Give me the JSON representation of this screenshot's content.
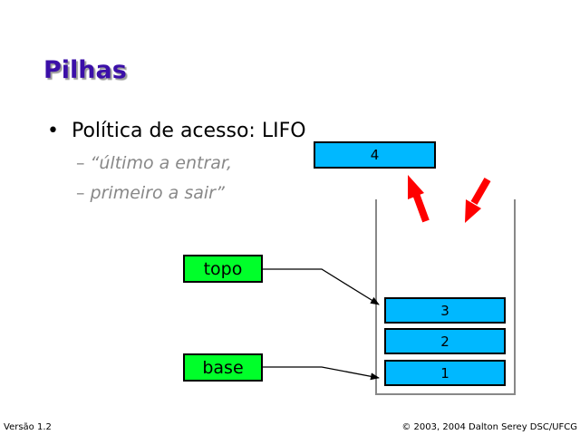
{
  "title": "Pilhas",
  "bullets": [
    {
      "text": "Política de acesso: LIFO",
      "sub": [
        "“último a entrar,",
        "primeiro a sair”"
      ]
    }
  ],
  "diagram": {
    "stack_items": [
      "1",
      "2",
      "3"
    ],
    "popped_item": "4",
    "pointers": {
      "top": "topo",
      "base": "base"
    },
    "colors": {
      "item": "#00b8ff",
      "pointer": "#00ff2a",
      "arrow": "#ff0000",
      "container": "#888888"
    }
  },
  "footer": {
    "version": "Versão 1.2",
    "copyright": "© 2003, 2004 Dalton Serey DSC/UFCG"
  }
}
